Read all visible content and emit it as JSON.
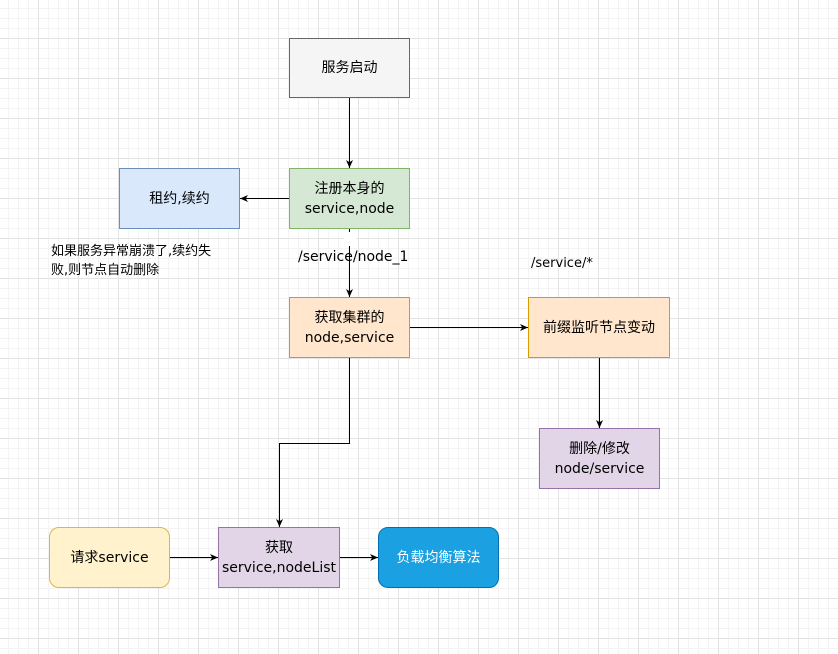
{
  "nodes": {
    "service_start": {
      "text": "服务启动",
      "fill": "#f5f5f5",
      "stroke": "#666666"
    },
    "register": {
      "text": "注册本身的\nservice,node",
      "fill": "#d5e8d4",
      "stroke": "#82b366"
    },
    "lease": {
      "text": "租约,续约",
      "fill": "#dae8fc",
      "stroke": "#6c8ebf"
    },
    "get_cluster": {
      "text": "获取集群的\nnode,service",
      "fill": "#ffe6cc",
      "stroke": "#d79b00"
    },
    "prefix_watch": {
      "text": "前缀监听节点变动",
      "fill": "#ffe6cc",
      "stroke": "#d79b00"
    },
    "delete_modify": {
      "text": "删除/修改\nnode/service",
      "fill": "#e1d5e7",
      "stroke": "#9673a6"
    },
    "request": {
      "text": "请求service",
      "fill": "#fff2cc",
      "stroke": "#d6b656"
    },
    "get_list": {
      "text": "获取\nservice,nodeList",
      "fill": "#e1d5e7",
      "stroke": "#9673a6"
    },
    "load_balance": {
      "text": "负载均衡算法",
      "fill": "#1ba1e2",
      "stroke": "#006eaf",
      "font_color": "#ffffff"
    }
  },
  "labels": {
    "lease_note": "如果服务异常崩溃了,续约失\n败,则节点自动删除",
    "node_path": "/service/node_1",
    "prefix_path": "/service/*"
  }
}
